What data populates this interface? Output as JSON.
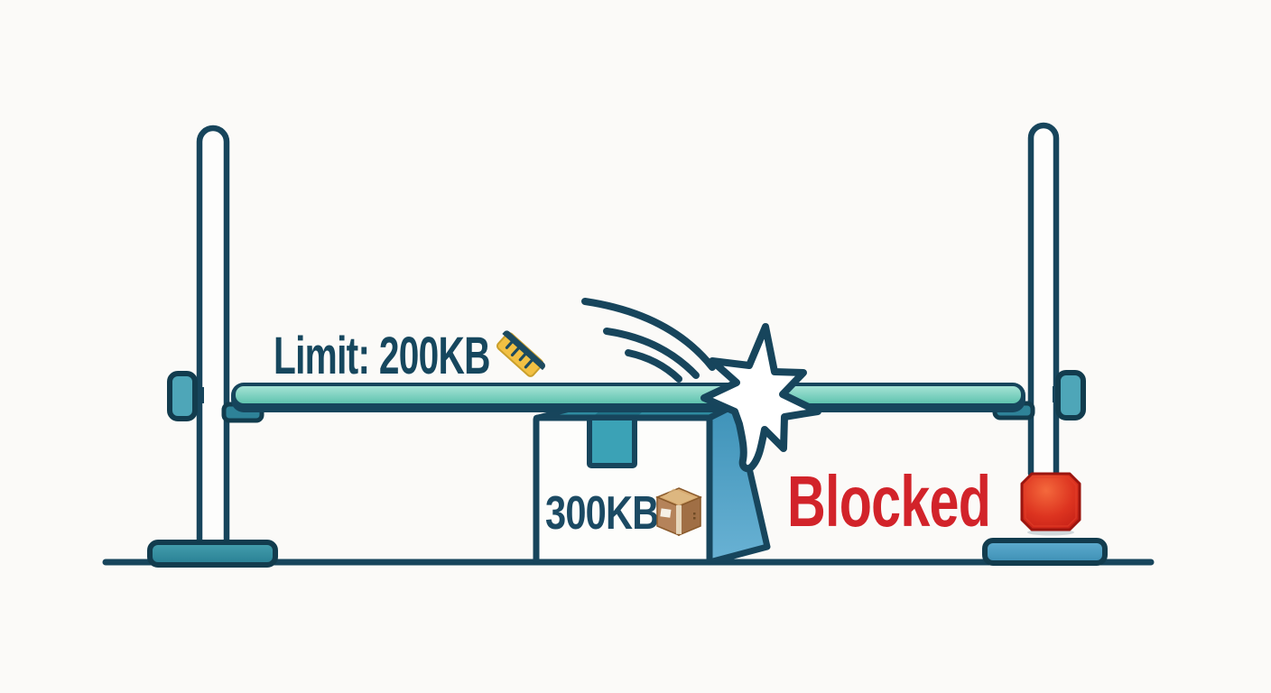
{
  "scene": {
    "description": "High-jump bar metaphor: a 300KB package hits and is blocked by a 200KB size-limit crossbar",
    "limit_label": {
      "text": "Limit: 200KB",
      "icon": "ruler-icon"
    },
    "package_label": {
      "text": "300KB",
      "icon": "package-icon"
    },
    "blocked_label": {
      "text": "Blocked",
      "icon": "stop-sign-icon"
    },
    "values": {
      "limit_kb": 200,
      "package_kb": 300,
      "status": "Blocked"
    },
    "colors": {
      "outline_navy": "#17455c",
      "bar_teal_light": "#9fe0d2",
      "bar_teal": "#63c6b2",
      "bar_underside": "#16455c",
      "box_side_blue": "#3e92b8",
      "tape_teal": "#3ba2b6",
      "left_base_teal": "#2d8298",
      "right_base_blue": "#4598bb",
      "limit_text_navy": "#16475e",
      "weight_text_navy": "#1b4a63",
      "blocked_red": "#d2232a",
      "ruler_yellow": "#f2c043",
      "stop_sign_red": "#c81e17",
      "background": "#fbfaf8"
    }
  }
}
